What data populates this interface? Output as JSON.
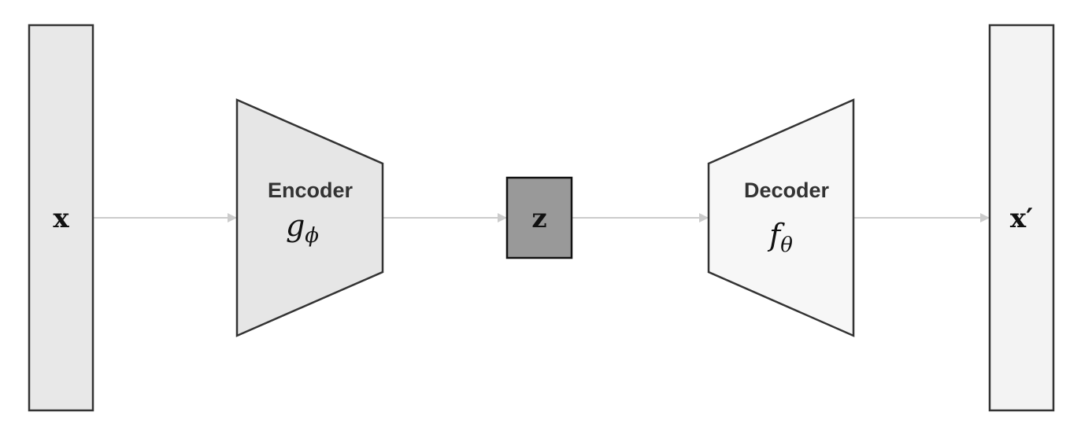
{
  "input": {
    "label": "x"
  },
  "encoder": {
    "title": "Encoder",
    "func": "g",
    "sub": "ϕ"
  },
  "latent": {
    "label": "z"
  },
  "decoder": {
    "title": "Decoder",
    "func": "f",
    "sub": "θ"
  },
  "output": {
    "label": "x′"
  },
  "colors": {
    "input_fill": "#e8e8e8",
    "encoder_fill": "#e6e6e6",
    "latent_fill": "#999999",
    "decoder_fill": "#f7f7f7",
    "output_fill": "#f3f3f3",
    "stroke": "#333333",
    "arrow": "#cccccc"
  }
}
